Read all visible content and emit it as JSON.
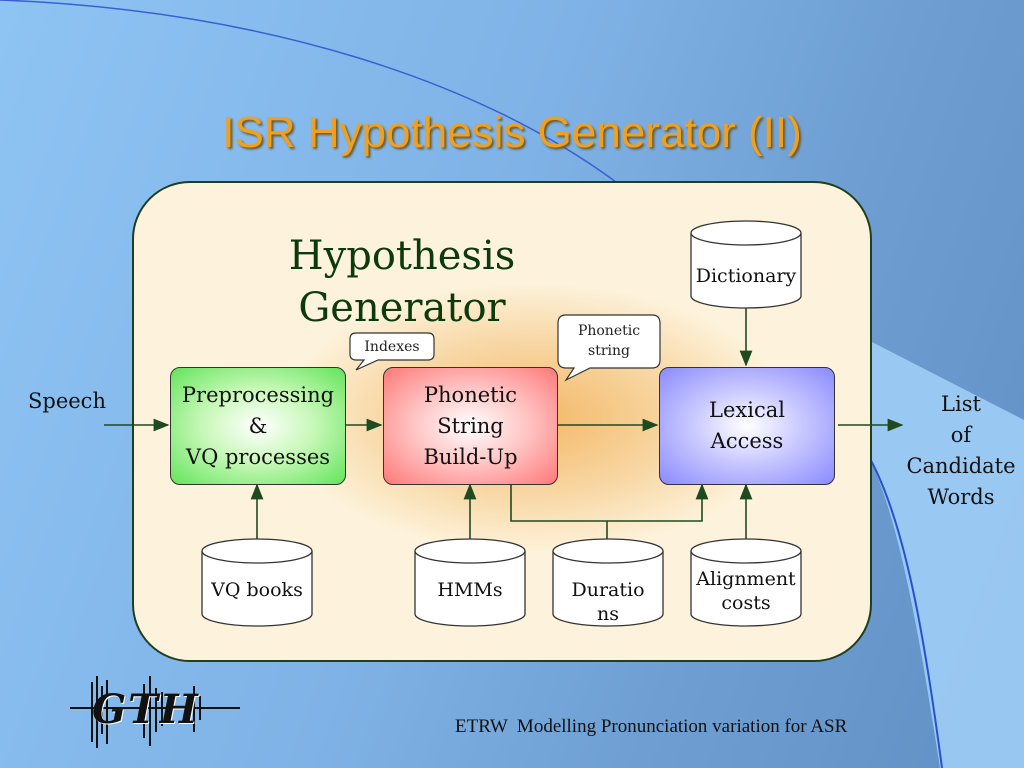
{
  "slide": {
    "title": "ISR Hypothesis Generator (II)",
    "footer": "ETRW  Modelling Pronunciation variation for ASR",
    "logo_text": "GTH"
  },
  "diagram": {
    "heading": "Hypothesis\nGenerator",
    "input_label": "Speech",
    "output_label": "List\nof\nCandidate\nWords",
    "boxes": {
      "preprocessing": "Preprocessing\n&\nVQ processes",
      "phonetic": "Phonetic\nString\nBuild-Up",
      "lexical": "Lexical\nAccess"
    },
    "callouts": {
      "indexes": "Indexes",
      "phonetic_string": "Phonetic\nstring"
    },
    "databases": {
      "dictionary": "Dictionary",
      "vq_books": "VQ books",
      "hmms": "HMMs",
      "durations": "Duratio\nns",
      "alignment": "Alignment\ncosts"
    }
  },
  "colors": {
    "title": "#f0a020",
    "panel_border": "#1f3f1f",
    "arrow": "#1f4a1f",
    "preprocessing_box": "#62e45a",
    "phonetic_box": "#ff7878",
    "lexical_box": "#8a8aff"
  }
}
